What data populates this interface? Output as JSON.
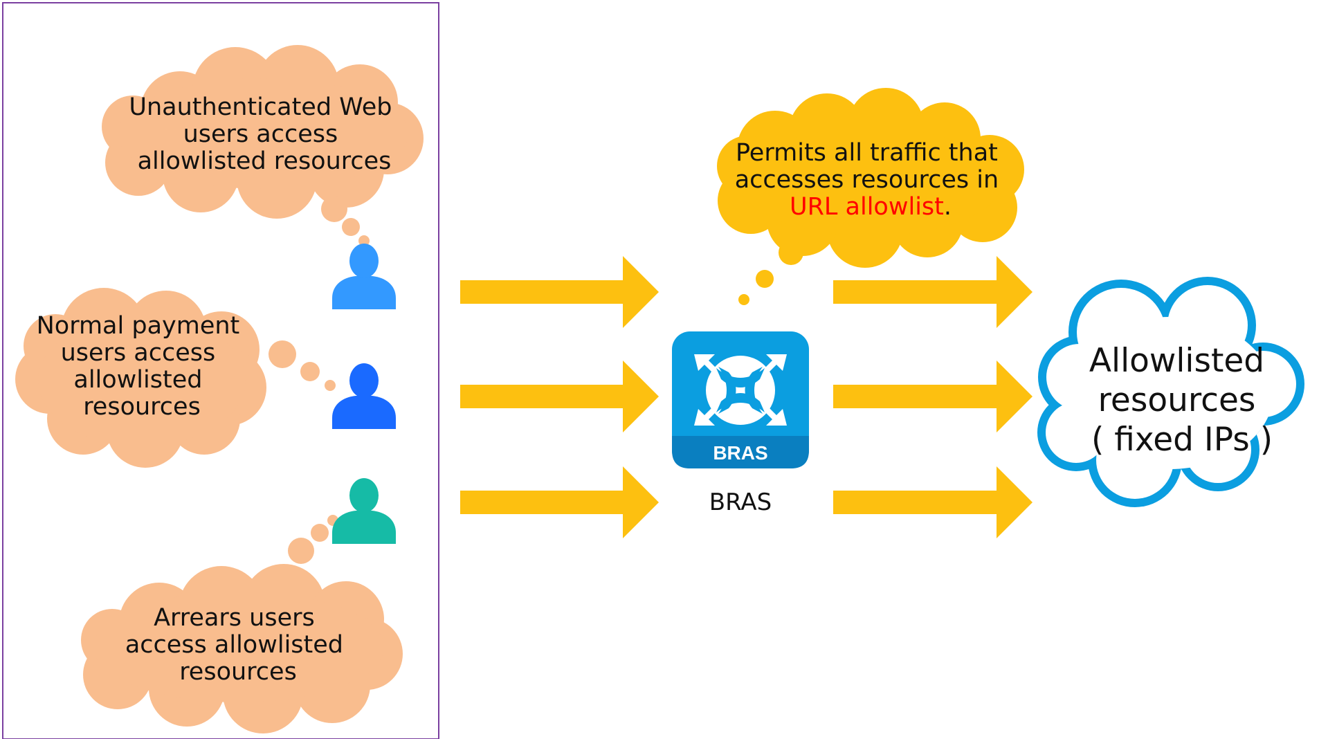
{
  "colors": {
    "frame_border": "#7a3fa0",
    "user_bubble": "#f9bd8e",
    "bras_bubble": "#fdc010",
    "arrow": "#fdc010",
    "user_1": "#3399ff",
    "user_2": "#1a6aff",
    "user_3": "#16bba6",
    "bras_icon": "#0b9ee0",
    "bras_icon_band": "#0a7fc0",
    "cloud_border": "#0b9ee0",
    "highlight_text": "#ff0000"
  },
  "users": [
    {
      "icon": "user-icon",
      "bubble_lines": [
        "Unauthenticated Web",
        "users access",
        "allowlisted resources"
      ]
    },
    {
      "icon": "user-icon",
      "bubble_lines": [
        "Normal payment",
        "users access",
        "allowlisted",
        "resources"
      ]
    },
    {
      "icon": "user-icon",
      "bubble_lines": [
        "Arrears users",
        "access allowlisted",
        "resources"
      ]
    }
  ],
  "bras": {
    "icon": "bras-router-icon",
    "badge": "BRAS",
    "label": "BRAS",
    "bubble_line1": "Permits all traffic that",
    "bubble_line2": "accesses resources in",
    "bubble_highlight": "URL allowlist",
    "bubble_period": "."
  },
  "destination": {
    "icon": "cloud-icon",
    "lines": [
      "Allowlisted",
      "resources",
      "( fixed IPs )"
    ]
  }
}
